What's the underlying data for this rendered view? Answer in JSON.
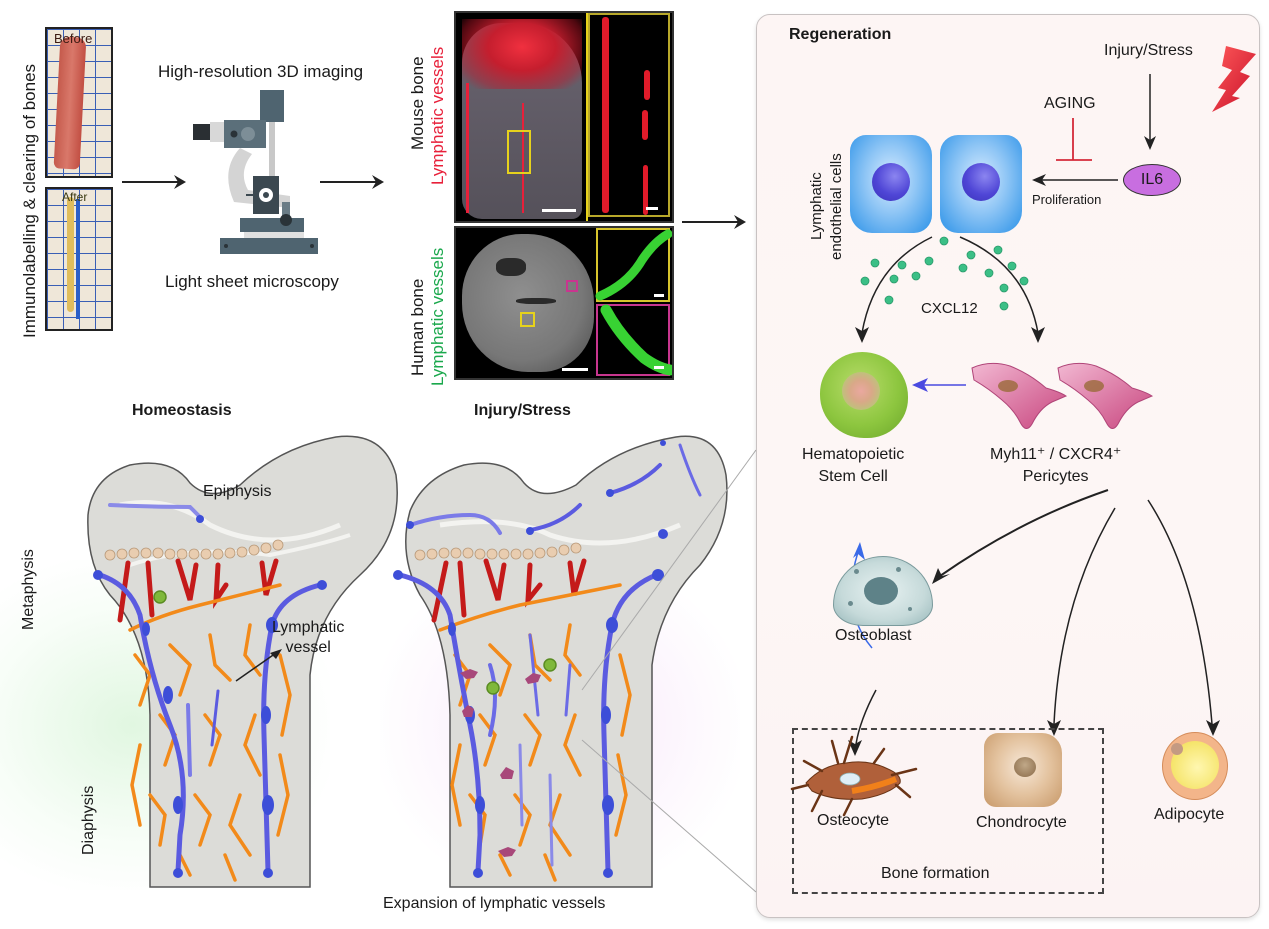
{
  "workflow": {
    "side_label": "Immunolabelling & clearing of bones",
    "before_label": "Before",
    "after_label": "After",
    "imaging_title": "High-resolution 3D imaging",
    "microscope_label": "Light sheet microscopy",
    "mouse_label_line1": "Mouse bone",
    "mouse_label_line2": "Lymphatic vessels",
    "human_label_line1": "Human bone",
    "human_label_line2": "Lymphatic vessels",
    "colors": {
      "mouse_vessel": "#e8203a",
      "human_vessel": "#22b14c",
      "zoom_box_yellow": "#e6d21c",
      "zoom_box_magenta": "#c8368f"
    }
  },
  "bones": {
    "homeostasis_title": "Homeostasis",
    "injury_title": "Injury/Stress",
    "epiphysis": "Epiphysis",
    "metaphysis": "Metaphysis",
    "diaphysis": "Diaphysis",
    "lymphatic_vessel_line1": "Lymphatic",
    "lymphatic_vessel_line2": "vessel",
    "expansion_caption": "Expansion of lymphatic vessels"
  },
  "regeneration": {
    "title": "Regeneration",
    "injury_stress": "Injury/Stress",
    "aging": "AGING",
    "il6": "IL6",
    "proliferation": "Proliferation",
    "lec_line1": "Lymphatic",
    "lec_line2": "endothelial cells",
    "cxcl12": "CXCL12",
    "hsc_line1": "Hematopoietic",
    "hsc_line2": "Stem Cell",
    "pericytes_line1": "Myh11⁺ / CXCR4⁺",
    "pericytes_line2": "Pericytes",
    "osteoblast": "Osteoblast",
    "osteocyte": "Osteocyte",
    "chondrocyte": "Chondrocyte",
    "adipocyte": "Adipocyte",
    "bone_formation": "Bone formation",
    "colors": {
      "il6_fill": "#c86ee0",
      "aging_inhibit": "#d42a3a",
      "lec_blue": "#3d9bea",
      "hsc_green": "#8dc63f",
      "pericyte_pink": "#d9669e",
      "cxcl12_dot": "#3bbf86"
    }
  }
}
